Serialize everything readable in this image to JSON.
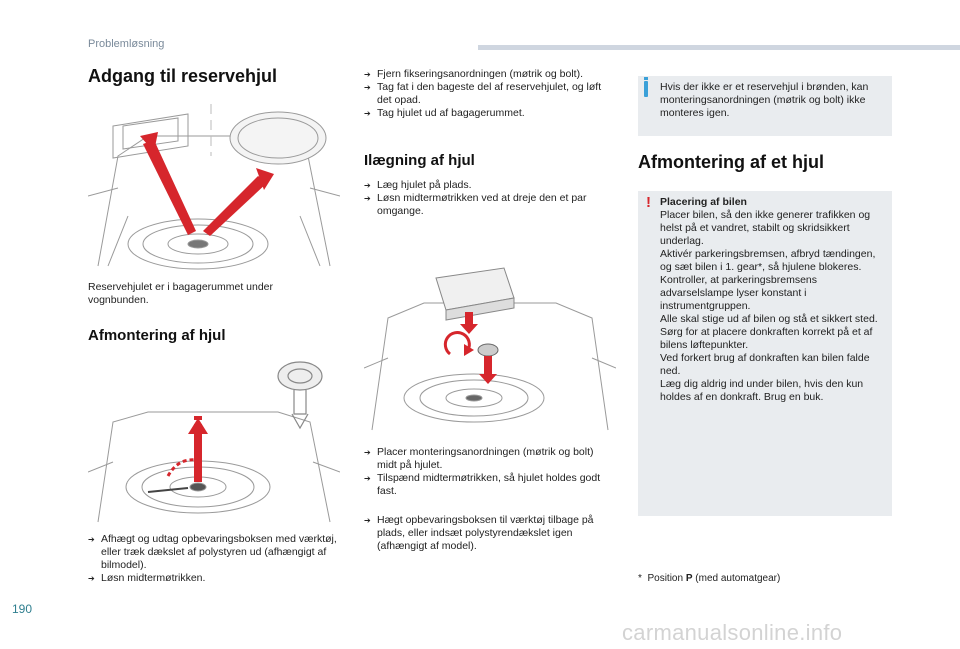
{
  "header": {
    "section": "Problemløsning"
  },
  "page_number": "190",
  "watermark": "carmanualsonline.info",
  "col1": {
    "title": "Adgang til reservehjul",
    "caption": "Reservehjulet er i bagagerummet under vognbunden.",
    "sub_title": "Afmontering af hjul",
    "steps": [
      "Afhægt og udtag opbevaringsboksen med værktøj, eller træk dækslet af polystyren ud (afhængigt af bilmodel).",
      "Løsn midtermøtrikken."
    ]
  },
  "col2": {
    "steps_top": [
      "Fjern fikseringsanordningen (møtrik og bolt).",
      "Tag fat i den bageste del af reservehjulet, og løft det opad.",
      "Tag hjulet ud af bagagerummet."
    ],
    "title": "Ilægning af hjul",
    "steps_mid": [
      "Læg hjulet på plads.",
      "Løsn midtermøtrikken ved at dreje den et par omgange."
    ],
    "steps_after_fig": [
      "Placer monteringsanordningen (møtrik og bolt) midt på hjulet.",
      "Tilspænd midtermøtrikken, så hjulet holdes godt fast."
    ],
    "steps_bottom": [
      "Hægt opbevaringsboksen til værktøj tilbage på plads, eller indsæt polystyrendækslet igen (afhængigt af model)."
    ]
  },
  "col3": {
    "info": "Hvis der ikke er et reservehjul i brønden, kan monteringsanordningen (møtrik og bolt) ikke monteres igen.",
    "title": "Afmontering af et hjul",
    "warn_title": "Placering af bilen",
    "warn_lines": [
      "Placer bilen, så den ikke generer trafikken og helst på et vandret, stabilt og skridsikkert underlag.",
      "Aktivér parkeringsbremsen, afbryd tændingen, og sæt bilen i 1. gear*, så hjulene blokeres.",
      "Kontroller, at parkeringsbremsens advarselslampe lyser konstant i instrumentgruppen.",
      "Alle skal stige ud af bilen og stå et sikkert sted.",
      "Sørg for at placere donkraften korrekt på et af bilens løftepunkter.",
      "Ved forkert brug af donkraften kan bilen falde ned.",
      "Læg dig aldrig ind under bilen, hvis den kun holdes af en donkraft. Brug en buk."
    ],
    "footnote_star": "*",
    "footnote_pre": "Position",
    "footnote_bold": "P",
    "footnote_post": "(med automatgear)"
  },
  "colors": {
    "accent_red": "#d6262c",
    "info_blue": "#3aa0d8",
    "box_bg": "#e9ecef"
  }
}
